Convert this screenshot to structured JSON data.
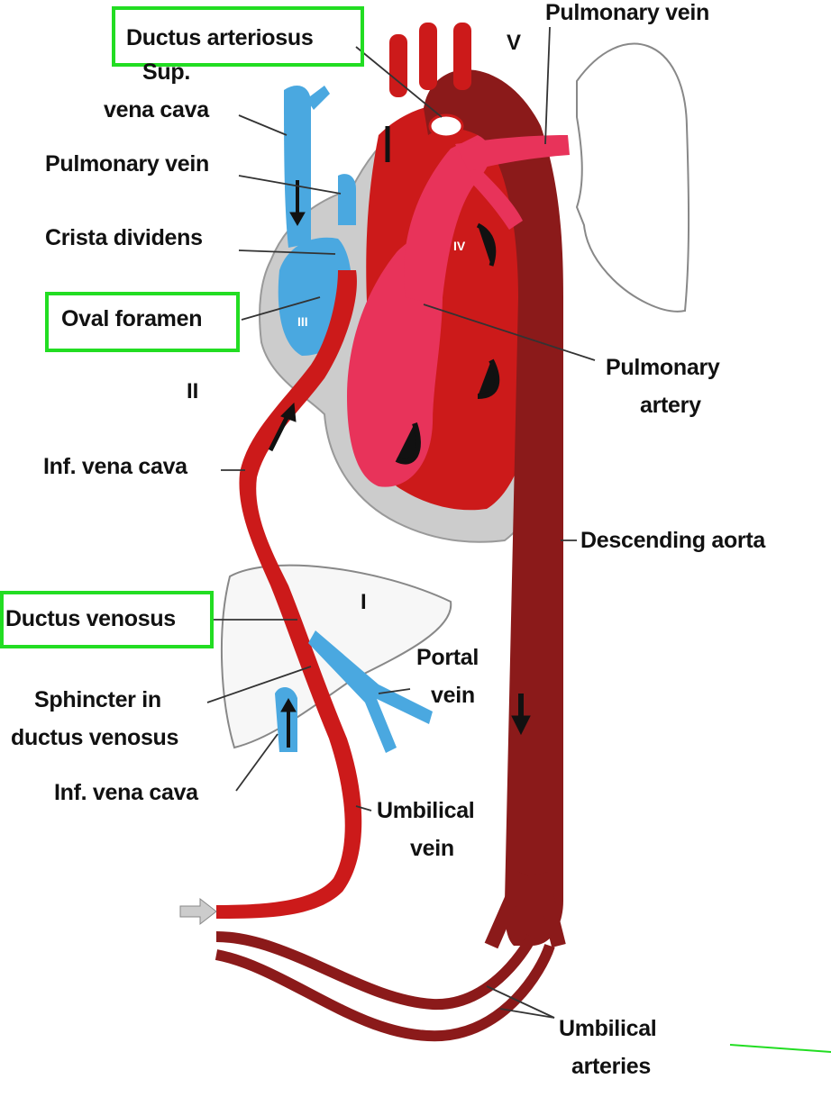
{
  "labels": {
    "ductus_arteriosus": "Ductus arteriosus",
    "pulmonary_vein_top": "Pulmonary vein",
    "sup_vena_cava_1": "Sup.",
    "sup_vena_cava_2": "vena cava",
    "pulmonary_vein_left": "Pulmonary vein",
    "crista_dividens": "Crista dividens",
    "oval_foramen": "Oval foramen",
    "pulmonary_artery_1": "Pulmonary",
    "pulmonary_artery_2": "artery",
    "inf_vena_cava_upper": "Inf. vena cava",
    "descending_aorta": "Descending aorta",
    "ductus_venosus": "Ductus venosus",
    "portal_vein_1": "Portal",
    "portal_vein_2": "vein",
    "sphincter_1": "Sphincter in",
    "sphincter_2": "ductus venosus",
    "inf_vena_cava_lower": "Inf. vena cava",
    "umbilical_vein_1": "Umbilical",
    "umbilical_vein_2": "vein",
    "umbilical_arteries_1": "Umbilical",
    "umbilical_arteries_2": "arteries"
  },
  "region_numerals": {
    "i": "I",
    "ii": "II",
    "iii": "III",
    "iv": "IV",
    "v": "V"
  },
  "colors": {
    "highlight": "#22dd22",
    "oxygenated": "#cc1a1a",
    "mixed": "#e8335a",
    "deoxygenated": "#4aa8e0",
    "dark_artery": "#8b1a1a",
    "heart_wall": "#cccccc"
  }
}
